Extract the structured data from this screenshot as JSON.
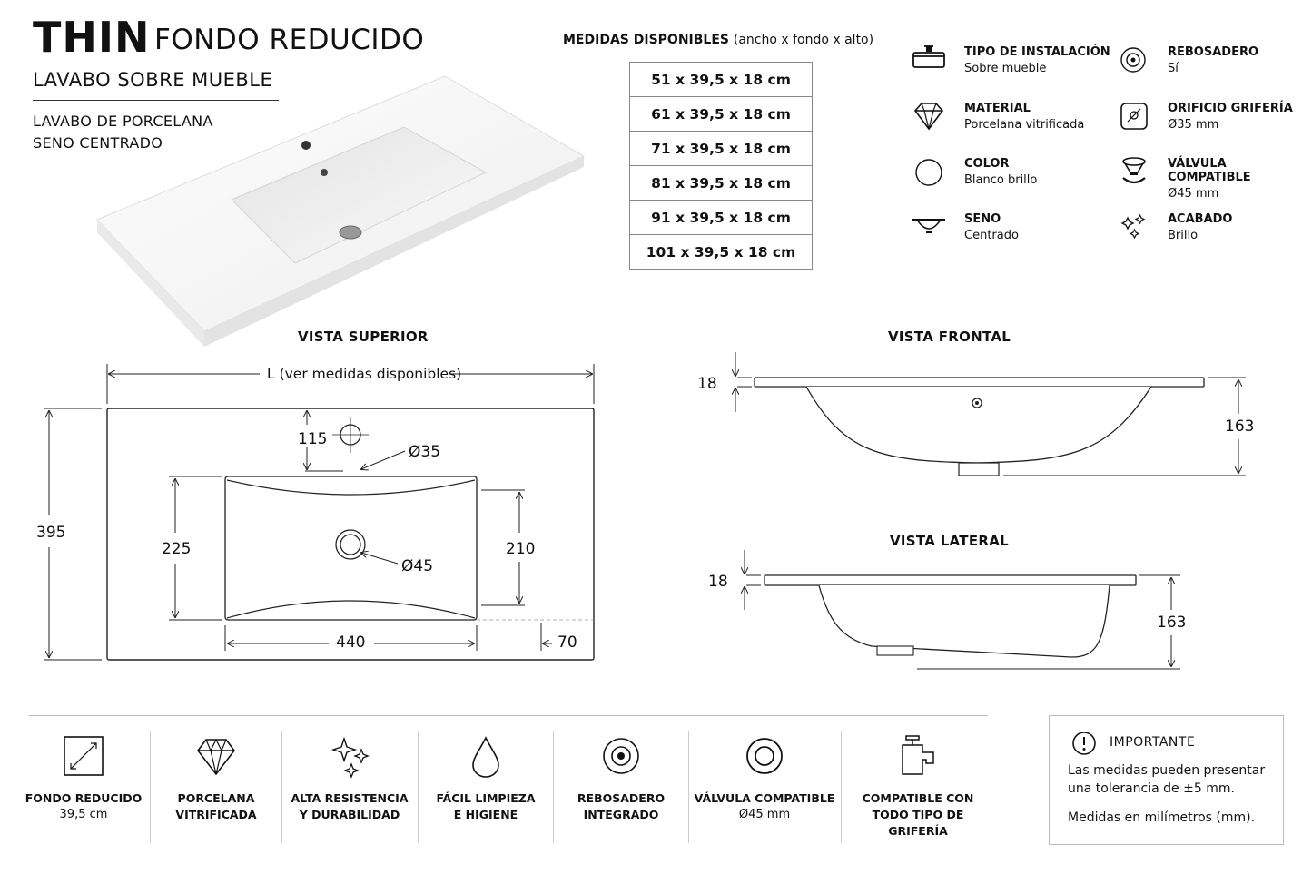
{
  "header": {
    "brand": "THIN",
    "product": "FONDO REDUCIDO",
    "subtitle": "LAVABO SOBRE MUEBLE",
    "desc1": "LAVABO DE PORCELANA",
    "desc2": "SENO CENTRADO"
  },
  "sizes": {
    "heading": "MEDIDAS DISPONIBLES",
    "heading_note": "(ancho x fondo x alto)",
    "rows": [
      "51 x 39,5 x 18 cm",
      "61 x 39,5 x 18 cm",
      "71 x 39,5 x 18 cm",
      "81 x 39,5 x 18 cm",
      "91 x 39,5 x 18 cm",
      "101 x 39,5 x 18 cm"
    ]
  },
  "specs": [
    {
      "label": "TIPO DE INSTALACIÓN",
      "value": "Sobre mueble",
      "icon": "cabinet-icon"
    },
    {
      "label": "MATERIAL",
      "value": "Porcelana vitrificada",
      "icon": "diamond-icon"
    },
    {
      "label": "COLOR",
      "value": "Blanco brillo",
      "icon": "circle-icon"
    },
    {
      "label": "SENO",
      "value": "Centrado",
      "icon": "basin-icon"
    },
    {
      "label": "REBOSADERO",
      "value": "Sí",
      "icon": "overflow-icon"
    },
    {
      "label": "ORIFICIO GRIFERÍA",
      "value": "Ø35 mm",
      "icon": "tap-hole-icon"
    },
    {
      "label": "VÁLVULA COMPATIBLE",
      "value": "Ø45 mm",
      "icon": "valve-icon"
    },
    {
      "label": "ACABADO",
      "value": "Brillo",
      "icon": "sparkle-icon"
    }
  ],
  "views": {
    "top": "VISTA SUPERIOR",
    "front": "VISTA FRONTAL",
    "side": "VISTA LATERAL"
  },
  "dims": {
    "length": "L (ver medidas disponibles)",
    "depth": "395",
    "tap_offset": "115",
    "tap_dia": "Ø35",
    "bowl_depth_left": "225",
    "bowl_depth_right": "210",
    "drain_dia": "Ø45",
    "bowl_width": "440",
    "side_margin": "70",
    "front_thickness": "18",
    "front_height": "163",
    "side_thickness": "18",
    "side_height": "163"
  },
  "features": [
    {
      "line1": "FONDO REDUCIDO",
      "line2": "39,5 cm",
      "icon": "depth-icon"
    },
    {
      "line1": "PORCELANA",
      "line2": "VITRIFICADA",
      "icon": "diamond-icon"
    },
    {
      "line1": "ALTA RESISTENCIA",
      "line2": "Y DURABILIDAD",
      "icon": "sparkle-icon"
    },
    {
      "line1": "FÁCIL LIMPIEZA",
      "line2": "E HIGIENE",
      "icon": "drop-icon"
    },
    {
      "line1": "REBOSADERO",
      "line2": "INTEGRADO",
      "icon": "overflow-icon"
    },
    {
      "line1": "VÁLVULA COMPATIBLE",
      "line2": "Ø45 mm",
      "icon": "valve-icon"
    },
    {
      "line1": "COMPATIBLE CON",
      "line2": "TODO TIPO DE GRIFERÍA",
      "icon": "faucet-icon"
    }
  ],
  "notice": {
    "title": "IMPORTANTE",
    "line1": "Las medidas pueden presentar",
    "line2": "una tolerancia de ±5 mm.",
    "line3": "Medidas en milímetros (mm)."
  }
}
